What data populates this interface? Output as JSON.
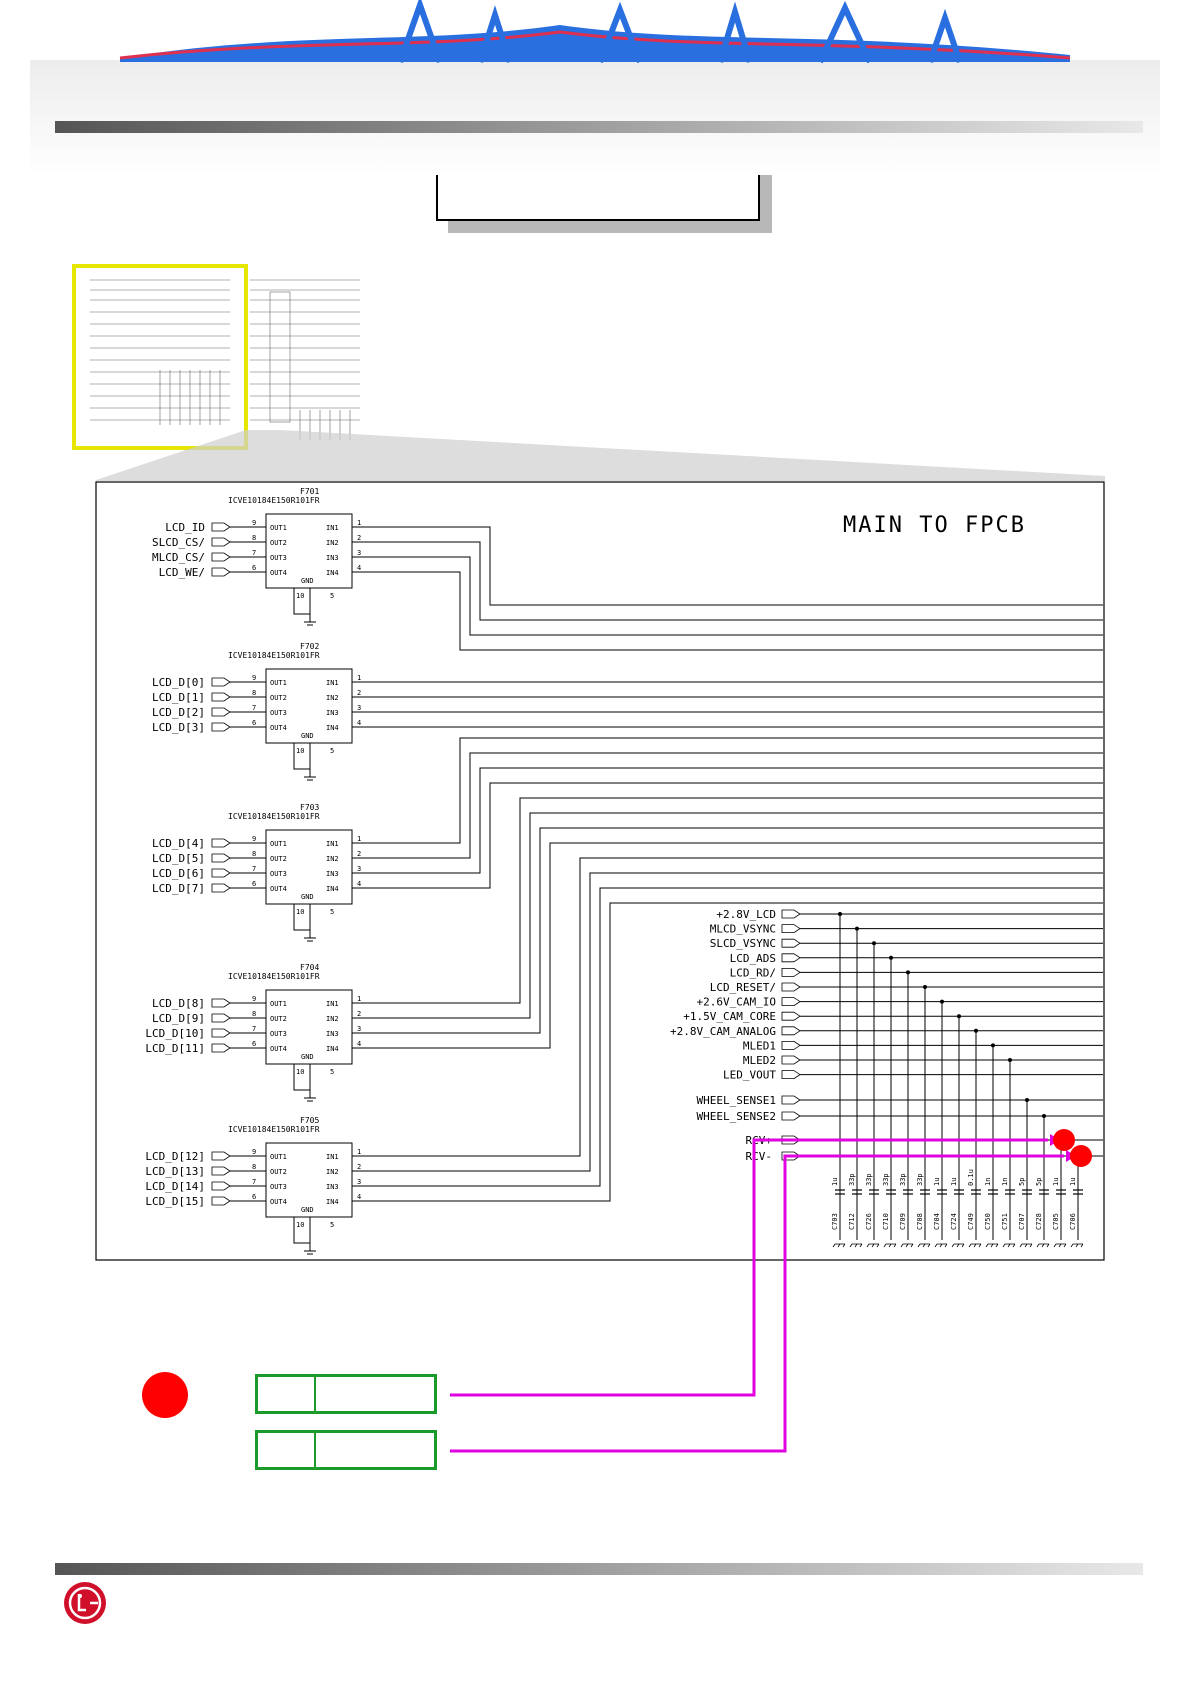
{
  "diagram": {
    "heading": "MAIN TO FPCB",
    "filters": [
      {
        "ref": "F701",
        "part": "ICVE10184E150R101FR",
        "inputs": [
          "LCD_ID",
          "SLCD_CS/",
          "MLCD_CS/",
          "LCD_WE/"
        ]
      },
      {
        "ref": "F702",
        "part": "ICVE10184E150R101FR",
        "inputs": [
          "LCD_D[0]",
          "LCD_D[1]",
          "LCD_D[2]",
          "LCD_D[3]"
        ]
      },
      {
        "ref": "F703",
        "part": "ICVE10184E150R101FR",
        "inputs": [
          "LCD_D[4]",
          "LCD_D[5]",
          "LCD_D[6]",
          "LCD_D[7]"
        ]
      },
      {
        "ref": "F704",
        "part": "ICVE10184E150R101FR",
        "inputs": [
          "LCD_D[8]",
          "LCD_D[9]",
          "LCD_D[10]",
          "LCD_D[11]"
        ]
      },
      {
        "ref": "F705",
        "part": "ICVE10184E150R101FR",
        "inputs": [
          "LCD_D[12]",
          "LCD_D[13]",
          "LCD_D[14]",
          "LCD_D[15]"
        ]
      }
    ],
    "pin_labels": {
      "out": [
        "OUT1",
        "OUT2",
        "OUT3",
        "OUT4"
      ],
      "in": [
        "IN1",
        "IN2",
        "IN3",
        "IN4"
      ],
      "gnd": "GND",
      "left_pins": [
        "9",
        "8",
        "7",
        "6"
      ],
      "right_pins": [
        "1",
        "2",
        "3",
        "4"
      ],
      "bottom_pins": [
        "10",
        "5"
      ]
    },
    "power_nets": [
      "+2.8V_LCD",
      "MLCD_VSYNC",
      "SLCD_VSYNC",
      "LCD_ADS",
      "LCD_RD/",
      "LCD_RESET/",
      "+2.6V_CAM_IO",
      "+1.5V_CAM_CORE",
      "+2.8V_CAM_ANALOG",
      "MLED1",
      "MLED2",
      "LED_VOUT"
    ],
    "wheel_nets": [
      "WHEEL_SENSE1",
      "WHEEL_SENSE2"
    ],
    "rcv_nets": [
      "RCV+",
      "RCV-"
    ],
    "capacitors": [
      {
        "ref": "C703",
        "value": "1u"
      },
      {
        "ref": "C712",
        "value": "33p"
      },
      {
        "ref": "C726",
        "value": "33p"
      },
      {
        "ref": "C710",
        "value": "33p"
      },
      {
        "ref": "C709",
        "value": "33p"
      },
      {
        "ref": "C708",
        "value": "33p"
      },
      {
        "ref": "C704",
        "value": "1u"
      },
      {
        "ref": "C724",
        "value": "1u"
      },
      {
        "ref": "C749",
        "value": "0.1u"
      },
      {
        "ref": "C750",
        "value": "1n"
      },
      {
        "ref": "C751",
        "value": "1n"
      },
      {
        "ref": "C707",
        "value": "5p"
      },
      {
        "ref": "C728",
        "value": "5p"
      },
      {
        "ref": "C705",
        "value": "1u"
      },
      {
        "ref": "C706",
        "value": "1u"
      }
    ]
  },
  "colors": {
    "highlight": "#e6e600",
    "marker": "#ff0000",
    "probe": "#e000e0",
    "box": "#1a9a2a",
    "logo": "#d0102a"
  }
}
